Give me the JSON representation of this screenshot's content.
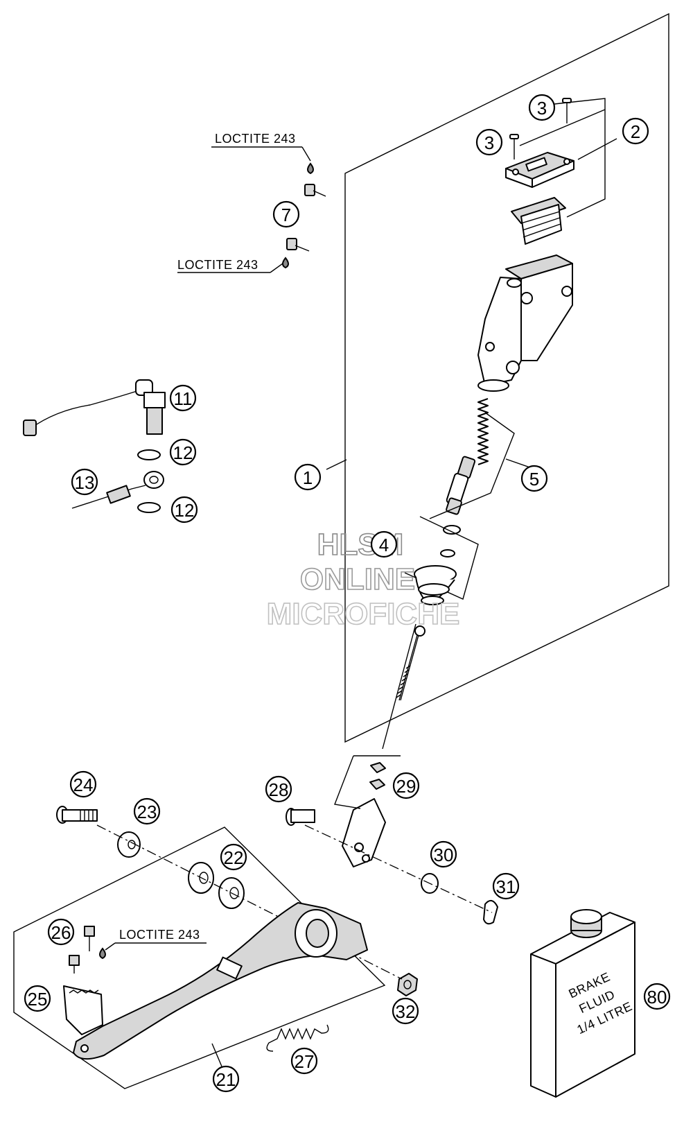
{
  "callouts": {
    "c1": "1",
    "c2": "2",
    "c3a": "3",
    "c3b": "3",
    "c4": "4",
    "c5": "5",
    "c7": "7",
    "c11": "11",
    "c12a": "12",
    "c12b": "12",
    "c13": "13",
    "c21": "21",
    "c22": "22",
    "c23": "23",
    "c24": "24",
    "c25": "25",
    "c26": "26",
    "c27": "27",
    "c28": "28",
    "c29": "29",
    "c30": "30",
    "c31": "31",
    "c32": "32",
    "c80": "80"
  },
  "notes": {
    "loctite_top": "LOCTITE 243",
    "loctite_mid": "LOCTITE 243",
    "loctite_pedal": "LOCTITE 243"
  },
  "fluid_can": {
    "line1": "BRAKE",
    "line2": "FLUID",
    "line3": "1/4 LITRE"
  },
  "watermark": {
    "line1": "HLSM",
    "line2": "ONLINE",
    "line3": "MICROFICHE"
  }
}
